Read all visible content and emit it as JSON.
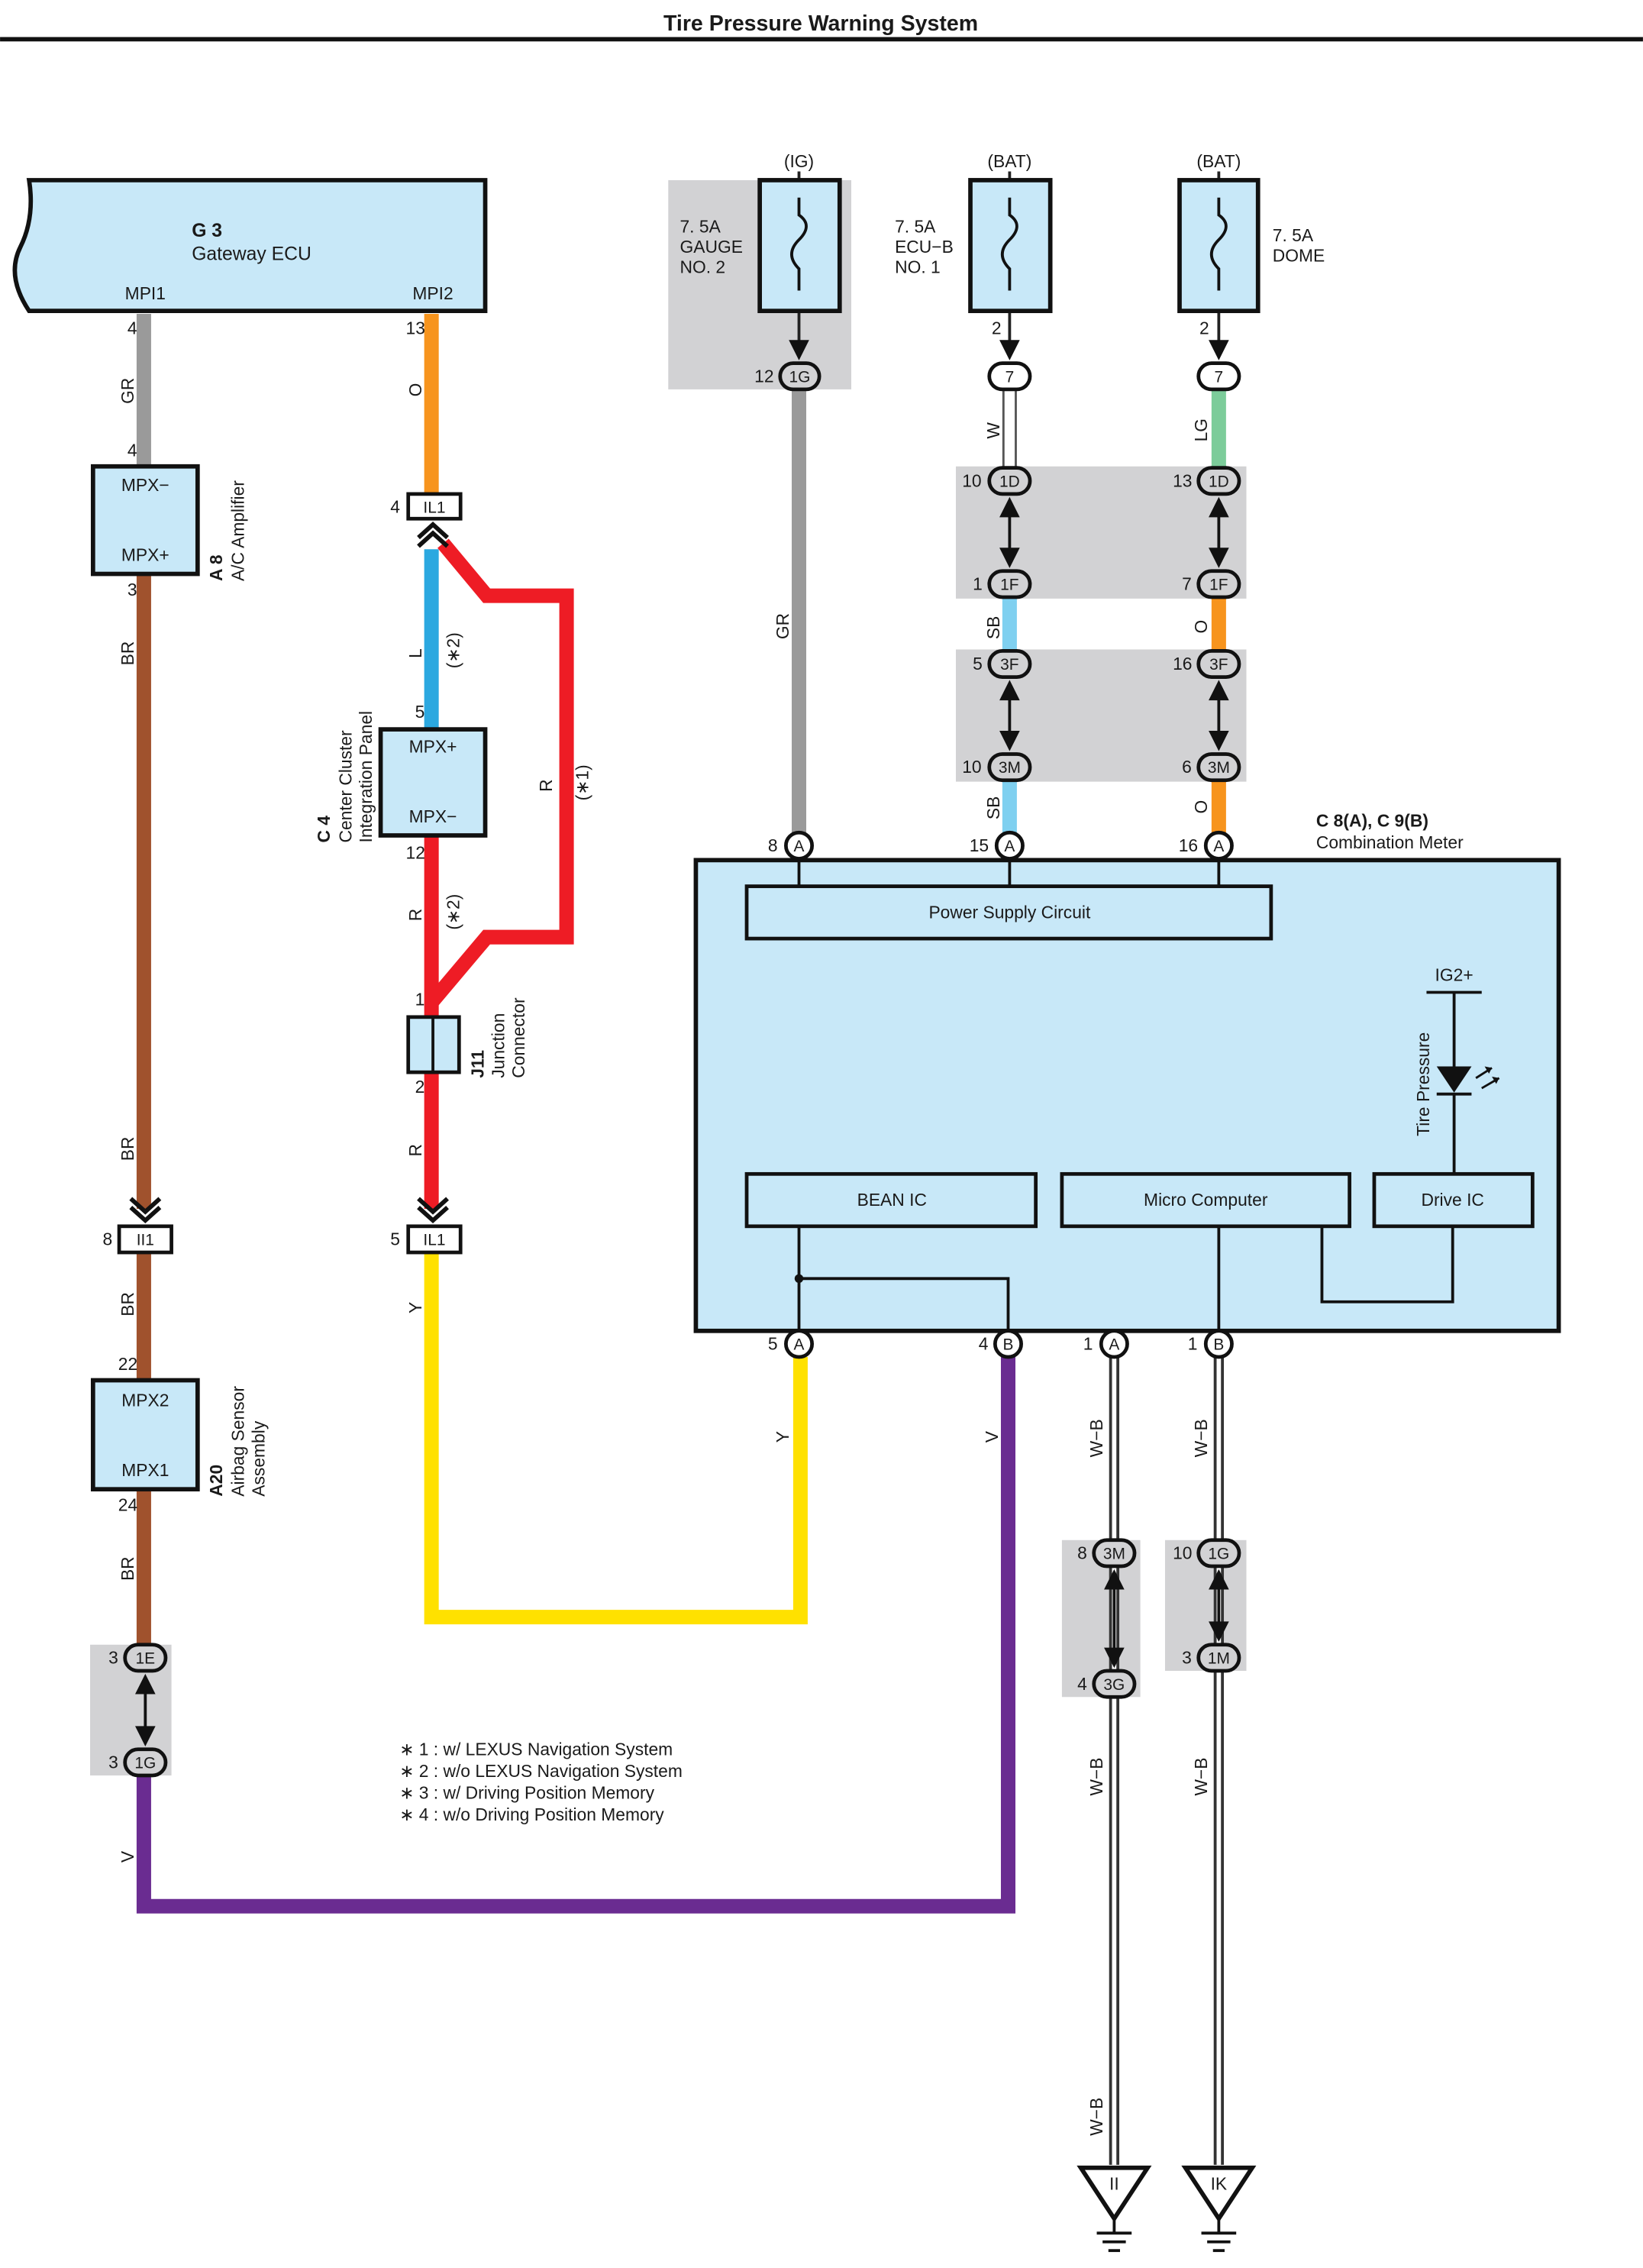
{
  "title": "Tire Pressure Warning System",
  "colors": {
    "box_fill": "#c8e8f8",
    "splice_fill": "#d2d2d4",
    "gray": "#9a9a9a",
    "orange": "#f7941d",
    "brown": "#a0522d",
    "blue": "#2ba8e0",
    "red": "#ee1c25",
    "yellow": "#ffe100",
    "purple": "#6a2c91",
    "green": "#7ccc9a",
    "skyblue": "#7fd0f0"
  },
  "components": {
    "gateway": {
      "code": "G 3",
      "name": "Gateway ECU",
      "pin_left": "MPI1",
      "pin_right": "MPI2"
    },
    "ac_amp": {
      "code": "A 8",
      "name": "A/C Amplifier",
      "pin_top": "MPX−",
      "pin_bottom": "MPX+"
    },
    "center_cluster": {
      "code": "C 4",
      "name_line1": "Center Cluster",
      "name_line2": "Integration Panel",
      "pin_top": "MPX+",
      "pin_bottom": "MPX−"
    },
    "junction": {
      "code": "J11",
      "name_line1": "Junction",
      "name_line2": "Connector"
    },
    "airbag": {
      "code": "A20",
      "name_line1": "Airbag Sensor",
      "name_line2": "Assembly",
      "pin_top": "MPX2",
      "pin_bottom": "MPX1"
    },
    "meter": {
      "code": "C 8(A), C 9(B)",
      "name": "Combination Meter",
      "power_supply": "Power Supply Circuit",
      "bean_ic": "BEAN IC",
      "micro": "Micro Computer",
      "drive_ic": "Drive IC",
      "ig2": "IG2+",
      "lamp": "Tire Pressure"
    }
  },
  "fuses": [
    {
      "source": "(IG)",
      "line1": "7. 5A",
      "line2": "GAUGE",
      "line3": "NO. 2"
    },
    {
      "source": "(BAT)",
      "line1": "7. 5A",
      "line2": "ECU−B",
      "line3": "NO. 1"
    },
    {
      "source": "(BAT)",
      "line1": "7. 5A",
      "line2": "DOME",
      "line3": ""
    }
  ],
  "connectors": {
    "c_1g_top": "1G",
    "c_7a": "7",
    "c_7b": "7",
    "c_1d_a": "1D",
    "c_1d_b": "1D",
    "c_1f_a": "1F",
    "c_1f_b": "1F",
    "c_3f_a": "3F",
    "c_3f_b": "3F",
    "c_3m_a": "3M",
    "c_3m_b": "3M",
    "il1_top": "IL1",
    "il1_bottom": "IL1",
    "ii1": "II1",
    "c_1e": "1E",
    "c_1g_left": "1G",
    "c_3m_ground": "3M",
    "c_3g_ground": "3G",
    "c_1g_ground": "1G",
    "c_1m_ground": "1M",
    "pin_a": "A",
    "pin_b": "B"
  },
  "pins": {
    "g3_mpi1": "4",
    "g3_mpi2": "13",
    "a8_top": "4",
    "a8_bottom": "3",
    "il1_top": "4",
    "c4_top": "5",
    "c4_bottom": "12",
    "j11_top": "1",
    "j11_bottom": "2",
    "il1_bottom": "5",
    "ii1": "8",
    "a20_top": "22",
    "a20_bottom": "24",
    "c1e": "3",
    "c1g_left": "3",
    "fuse1": "12",
    "fuse2": "2",
    "fuse3": "2",
    "c1d_a": "10",
    "c1d_b": "13",
    "c1f_a": "1",
    "c1f_b": "7",
    "c3f_a": "5",
    "c3f_b": "16",
    "c3m_a": "10",
    "c3m_b": "6",
    "meter_8": "8",
    "meter_15": "15",
    "meter_16": "16",
    "meter_5": "5",
    "meter_4": "4",
    "meter_1a": "1",
    "meter_1b": "1",
    "g_3m": "8",
    "g_3g": "4",
    "g_1g": "10",
    "g_1m": "3"
  },
  "wire_labels": {
    "gr_left": "GR",
    "o_top": "O",
    "br_1": "BR",
    "br_2": "BR",
    "br_3": "BR",
    "br_4": "BR",
    "l": "L",
    "r1": "R",
    "r2": "R",
    "r3": "R",
    "y_left": "Y",
    "v_left": "V",
    "gr_mid": "GR",
    "w": "W",
    "sb_1": "SB",
    "sb_2": "SB",
    "lg": "LG",
    "o_1": "O",
    "o_2": "O",
    "y_mid": "Y",
    "v_mid": "V",
    "wb_1": "W−B",
    "wb_2": "W−B",
    "wb_3": "W−B",
    "wb_4": "W−B",
    "wb_5": "W−B"
  },
  "variant_marks": {
    "star2_top": "(∗2)",
    "star1": "(∗1)",
    "star2_bottom": "(∗2)"
  },
  "grounds": {
    "left": "II",
    "right": "IK"
  },
  "notes": [
    "∗ 1 : w/ LEXUS Navigation System",
    "∗ 2 : w/o LEXUS Navigation System",
    "∗ 3 : w/ Driving Position Memory",
    "∗ 4 : w/o Driving Position Memory"
  ]
}
